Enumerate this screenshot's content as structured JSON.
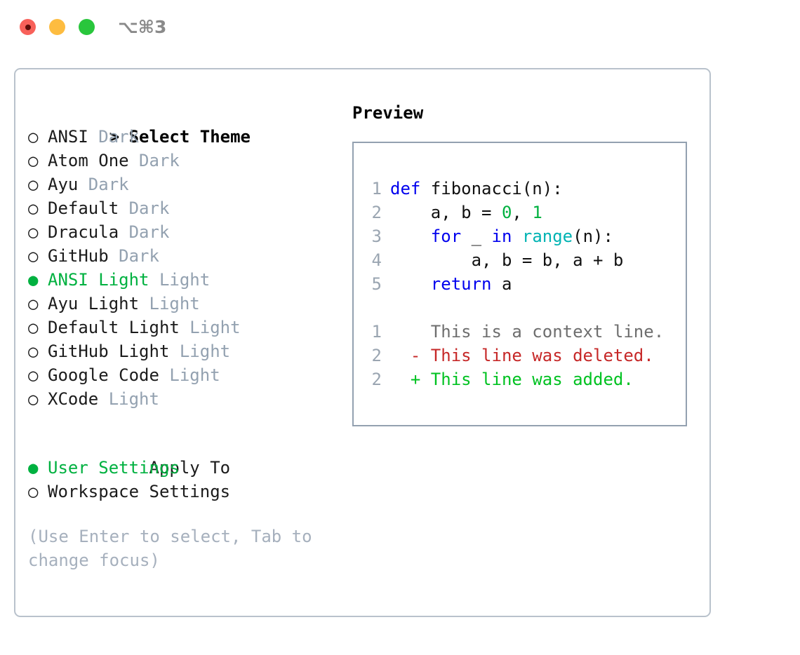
{
  "window": {
    "shortcut": "⌥⌘3",
    "traffic_lights": [
      {
        "name": "close",
        "color": "#f8615a"
      },
      {
        "name": "minimize",
        "color": "#fdbc40"
      },
      {
        "name": "maximize",
        "color": "#29c63c"
      }
    ]
  },
  "theme_picker": {
    "header_marker": ">",
    "header": "Select Theme",
    "unselected_marker": "○",
    "selected_marker": "●",
    "items": [
      {
        "label": "ANSI",
        "tag": "Dark",
        "selected": false
      },
      {
        "label": "Atom One",
        "tag": "Dark",
        "selected": false
      },
      {
        "label": "Ayu",
        "tag": "Dark",
        "selected": false
      },
      {
        "label": "Default",
        "tag": "Dark",
        "selected": false
      },
      {
        "label": "Dracula",
        "tag": "Dark",
        "selected": false
      },
      {
        "label": "GitHub",
        "tag": "Dark",
        "selected": false
      },
      {
        "label": "ANSI Light",
        "tag": "Light",
        "selected": true
      },
      {
        "label": "Ayu Light",
        "tag": "Light",
        "selected": false
      },
      {
        "label": "Default Light",
        "tag": "Light",
        "selected": false
      },
      {
        "label": "GitHub Light",
        "tag": "Light",
        "selected": false
      },
      {
        "label": "Google Code",
        "tag": "Light",
        "selected": false
      },
      {
        "label": "XCode",
        "tag": "Light",
        "selected": false
      }
    ]
  },
  "apply_to": {
    "header": "Apply To",
    "items": [
      {
        "label": "User Settings",
        "selected": true
      },
      {
        "label": "Workspace Settings",
        "selected": false
      }
    ]
  },
  "hint": "(Use Enter to select, Tab to change focus)",
  "preview": {
    "title": "Preview",
    "code_lines": [
      {
        "number": "1",
        "tokens": [
          {
            "text": "def ",
            "style": "kw"
          },
          {
            "text": "fibonacci(n):",
            "style": "plain"
          }
        ]
      },
      {
        "number": "2",
        "tokens": [
          {
            "text": "    a, b = ",
            "style": "plain"
          },
          {
            "text": "0",
            "style": "num"
          },
          {
            "text": ", ",
            "style": "plain"
          },
          {
            "text": "1",
            "style": "num"
          }
        ]
      },
      {
        "number": "3",
        "tokens": [
          {
            "text": "    ",
            "style": "plain"
          },
          {
            "text": "for",
            "style": "kw"
          },
          {
            "text": " _ ",
            "style": "plain"
          },
          {
            "text": "in",
            "style": "kw"
          },
          {
            "text": " ",
            "style": "plain"
          },
          {
            "text": "range",
            "style": "fn"
          },
          {
            "text": "(n):",
            "style": "plain"
          }
        ]
      },
      {
        "number": "4",
        "tokens": [
          {
            "text": "        a, b = b, a + b",
            "style": "plain"
          }
        ]
      },
      {
        "number": "5",
        "tokens": [
          {
            "text": "    ",
            "style": "plain"
          },
          {
            "text": "return",
            "style": "kw"
          },
          {
            "text": " a",
            "style": "plain"
          }
        ]
      }
    ],
    "diff_lines": [
      {
        "number": "1",
        "sign": " ",
        "text": " This is a context line.",
        "kind": "ctx"
      },
      {
        "number": "2",
        "sign": "-",
        "text": " This line was deleted.",
        "kind": "del"
      },
      {
        "number": "2",
        "sign": "+",
        "text": " This line was added.",
        "kind": "add"
      }
    ]
  },
  "colors": {
    "accent_green": "#00b140",
    "dim_gray": "#93a1b0",
    "keyword_blue": "#0000ee",
    "function_cyan": "#00b3b3",
    "number_green": "#00b140",
    "diff_delete_red": "#c62828",
    "diff_add_green": "#00c221",
    "panel_border": "#93a1b0",
    "window_border": "#b9c2cc"
  }
}
